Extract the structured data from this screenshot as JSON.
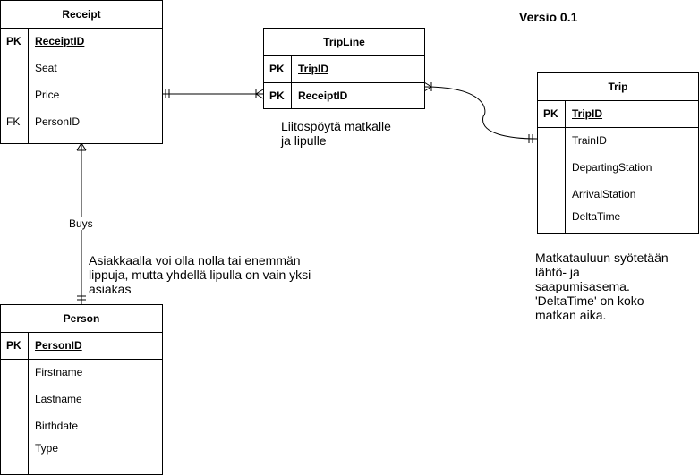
{
  "version": "Versio 0.1",
  "entities": {
    "receipt": {
      "title": "Receipt",
      "pk_label": "PK",
      "pk": "ReceiptID",
      "attributes": [
        "Seat",
        "Price",
        "PersonID"
      ],
      "fk_label": "FK"
    },
    "tripline": {
      "title": "TripLine",
      "pk_label_1": "PK",
      "pk_1": "TripID",
      "pk_label_2": "PK",
      "pk_2": "ReceiptID"
    },
    "trip": {
      "title": "Trip",
      "pk_label": "PK",
      "pk": "TripID",
      "attributes": [
        "TrainID",
        "DepartingStation",
        "ArrivalStation",
        "DeltaTime"
      ]
    },
    "person": {
      "title": "Person",
      "pk_label": "PK",
      "pk": "PersonID",
      "attributes": [
        "Firstname",
        "Lastname",
        "Birthdate",
        "Type"
      ]
    }
  },
  "relationships": {
    "buys": "Buys"
  },
  "notes": {
    "tripline_note": "Liitospöytä matkalle\nja lipulle",
    "person_note": "Asiakkaalla voi olla nolla tai enemmän\nlippuja, mutta yhdellä lipulla on vain yksi\nasiakas",
    "trip_note": "Matkatauluun syötetään\nlähtö- ja\nsaapumisasema.\n'DeltaTime' on koko\nmatkan aika."
  }
}
